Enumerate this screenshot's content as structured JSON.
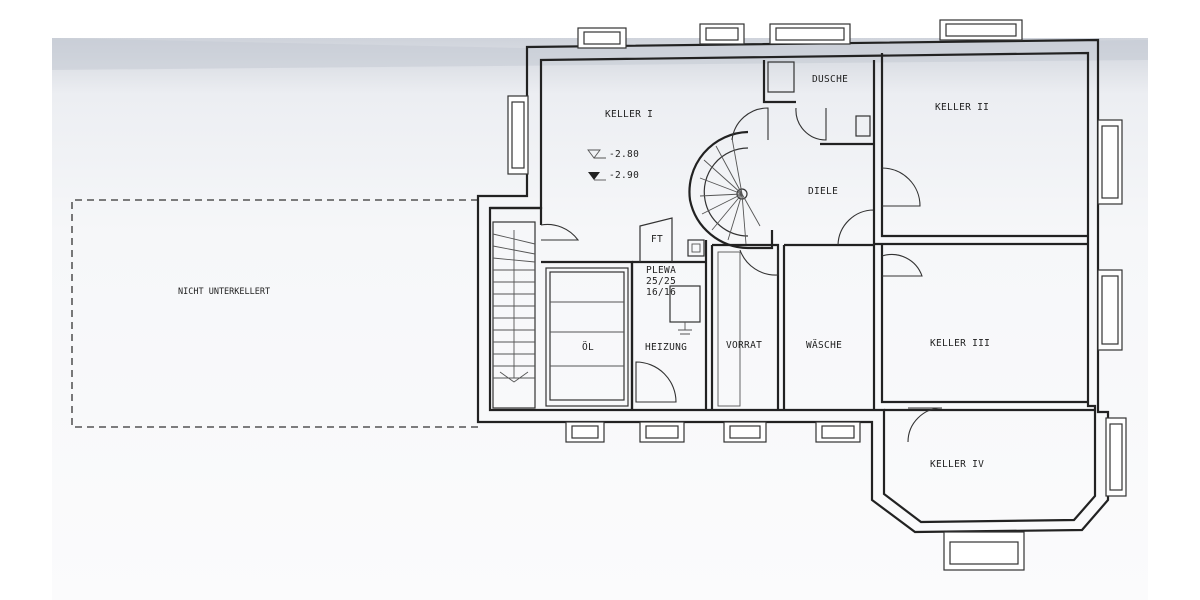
{
  "rooms": {
    "keller_1": "KELLER I",
    "keller_2": "KELLER II",
    "keller_3": "KELLER III",
    "keller_4": "KELLER IV",
    "dusche": "DUSCHE",
    "diele": "DIELE",
    "oel": "ÖL",
    "heizung": "HEIZUNG",
    "vorrat": "VORRAT",
    "waesche": "WÄSCHE",
    "nicht_unterkellert": "NICHT UNTERKELLERT"
  },
  "annotations": {
    "ft": "FT",
    "plewa": "PLEWA",
    "plewa_dim_1": "25/25",
    "plewa_dim_2": "16/16",
    "level_1": "-2.80",
    "level_2": "-2.90"
  }
}
